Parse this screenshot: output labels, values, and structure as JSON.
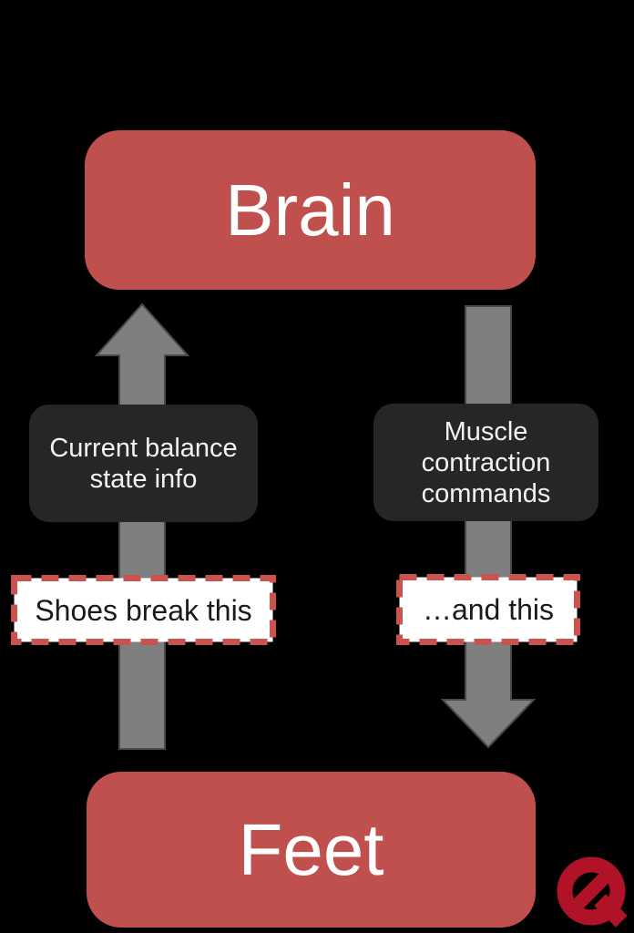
{
  "colors": {
    "bg": "#000000",
    "node_red": "#c0504d",
    "dark_box": "#262626",
    "arrow_gray": "#7f7f7f",
    "arrow_outline": "#4a4a4a",
    "dash_red": "#c9534e",
    "node_text": "#ffffff",
    "dark_box_text": "#f2f2f2",
    "annotation_text": "#1a1a1a",
    "logo_red": "#b01228"
  },
  "diagram": {
    "brain_node": {
      "label": "Brain"
    },
    "feet_node": {
      "label": "Feet"
    },
    "up_flow": {
      "label": "Current balance state info",
      "direction": "up"
    },
    "down_flow": {
      "label": "Muscle contraction commands",
      "direction": "down"
    },
    "up_flow_annotation": {
      "label": "Shoes break this"
    },
    "down_flow_annotation": {
      "label": "…and this"
    },
    "watermark_icon": "q-slash-logo"
  }
}
